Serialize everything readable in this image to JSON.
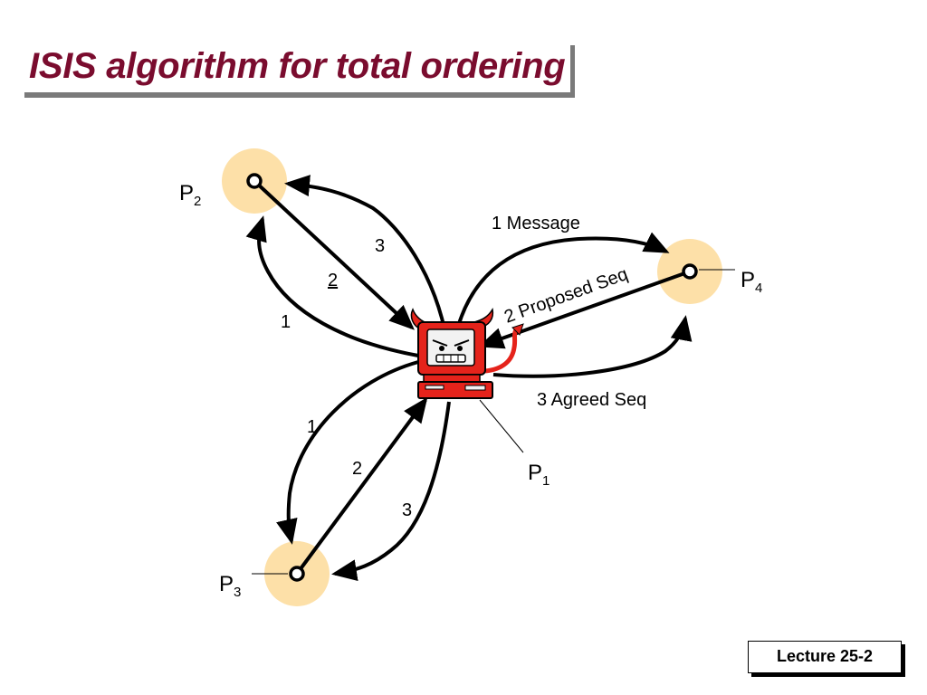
{
  "title": "ISIS algorithm for total ordering",
  "footer": "Lecture 25-2",
  "colors": {
    "title": "#7a0c2e",
    "halo": "#fde0a8",
    "computer": "#e5231b",
    "arrow": "#000000"
  },
  "icons": [
    "devil-computer-icon"
  ],
  "processes": {
    "p1": {
      "base": "P",
      "sub": "1"
    },
    "p2": {
      "base": "P",
      "sub": "2"
    },
    "p3": {
      "base": "P",
      "sub": "3"
    },
    "p4": {
      "base": "P",
      "sub": "4"
    }
  },
  "labels": {
    "p2_out": "1",
    "p2_reply": "2",
    "p2_agreed": "3",
    "p3_out": "1",
    "p3_reply": "2",
    "p3_agreed": "3",
    "p4_message": "1 Message",
    "p4_proposed": "2 Proposed Seq",
    "p4_agreed": "3 Agreed Seq"
  }
}
